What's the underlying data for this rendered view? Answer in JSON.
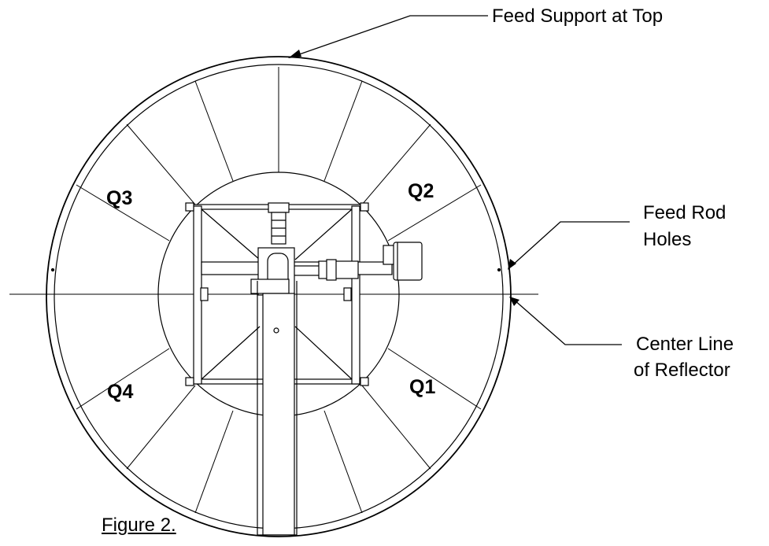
{
  "callouts": {
    "feed_support": "Feed Support at Top",
    "feed_rod_holes": [
      "Feed Rod",
      "Holes"
    ],
    "center_line": [
      "Center Line",
      "of Reflector"
    ]
  },
  "quadrants": {
    "q1": "Q1",
    "q2": "Q2",
    "q3": "Q3",
    "q4": "Q4"
  },
  "caption": "Figure 2."
}
